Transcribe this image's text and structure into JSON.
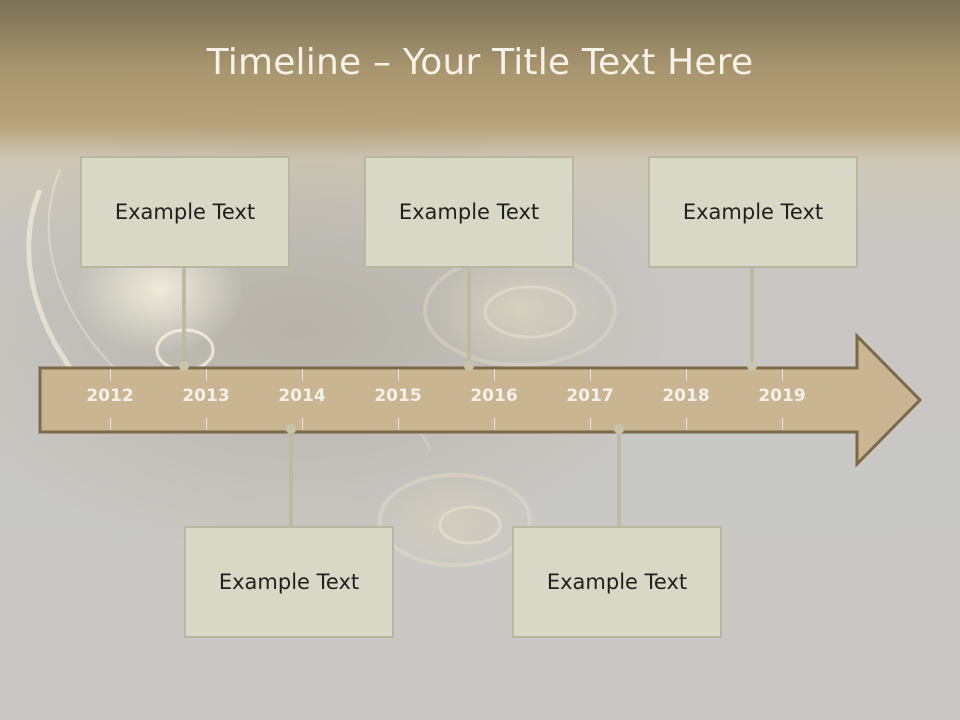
{
  "title": "Timeline – Your Title Text Here",
  "colors": {
    "arrow_fill": "#c9b592",
    "arrow_stroke": "#7a6a4a",
    "box_fill": "#d8d8c6",
    "box_border": "#b9b79d",
    "connector": "#bdbb9f",
    "year_text": "#f4f1ea"
  },
  "timeline": {
    "years": [
      "2012",
      "2013",
      "2014",
      "2015",
      "2016",
      "2017",
      "2018",
      "2019"
    ]
  },
  "boxes_top": [
    {
      "text": "Example Text"
    },
    {
      "text": "Example Text"
    },
    {
      "text": "Example Text"
    }
  ],
  "boxes_bottom": [
    {
      "text": "Example Text"
    },
    {
      "text": "Example Text"
    }
  ]
}
